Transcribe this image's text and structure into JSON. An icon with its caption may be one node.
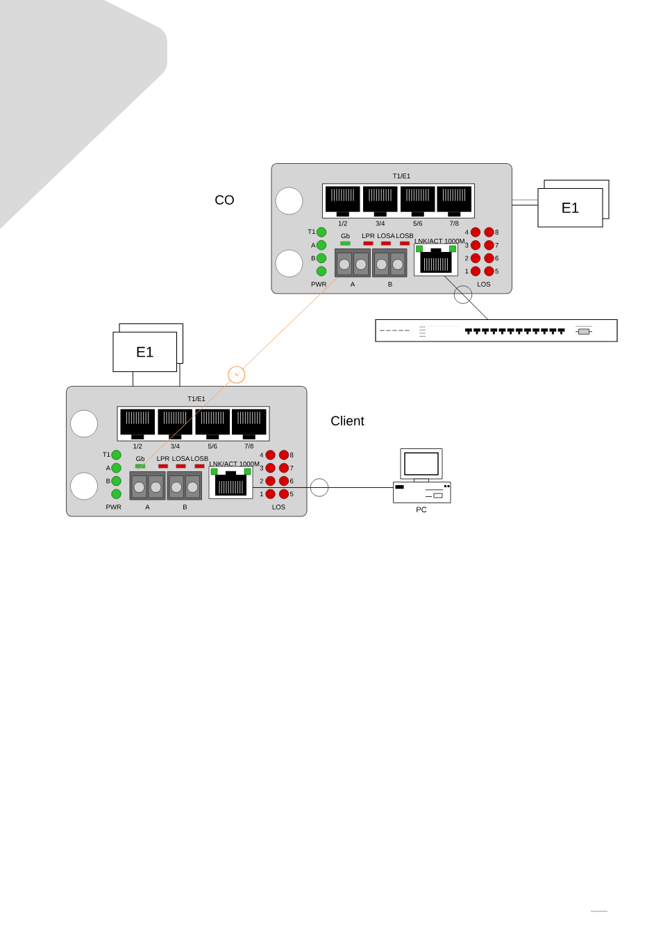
{
  "diagram": {
    "nodes": [
      {
        "text": [
          "T1/E1",
          "1/2",
          "3/4",
          "5/6",
          "7/8",
          "T1",
          "A",
          "B",
          "PWR",
          "Gb",
          "LPR",
          "LOSA",
          "LOSB",
          "A",
          "B",
          "LNK/ACT 1000M",
          "4",
          "8",
          "3",
          "7",
          "2",
          "6",
          "1",
          "5",
          "LOS"
        ],
        "beside": [
          "CO"
        ]
      },
      {
        "text": [],
        "shape": "picture",
        "in": 0
      },
      {
        "text": [],
        "shape": "picture",
        "in": 0
      },
      {
        "text": [],
        "shape": "picture",
        "in": 0
      },
      {
        "text": [
          "E1"
        ]
      },
      {
        "text": [],
        "shape": "picture"
      },
      {
        "text": [
          "E1"
        ]
      },
      {
        "text": [
          "T1/E1",
          "1/2",
          "3/4",
          "5/6",
          "7/8",
          "T1",
          "A",
          "B",
          "PWR",
          "Gb",
          "LPR",
          "LOSA",
          "LOSB",
          "A",
          "B",
          "LNK/ACT 1000M",
          "4",
          "8",
          "3",
          "7",
          "2",
          "6",
          "1",
          "5",
          "LOS"
        ],
        "beside": [
          "Client"
        ]
      },
      {
        "text": [],
        "shape": "picture",
        "in": 7
      },
      {
        "text": [],
        "shape": "picture",
        "in": 7
      },
      {
        "text": [],
        "shape": "picture",
        "in": 7
      },
      {
        "text": [],
        "shape": "picture",
        "beside": [
          "PC"
        ]
      }
    ],
    "edges": [
      {
        "from": 4,
        "to": 0,
        "arrow": "none",
        "color": "#808080"
      },
      {
        "from": 4,
        "to": 0,
        "arrow": "none"
      },
      {
        "from": 1,
        "to": 8,
        "arrow": "none",
        "color": "#f5a05a"
      },
      {
        "from": 3,
        "to": 5,
        "arrow": "none"
      },
      {
        "from": 6,
        "to": 7,
        "arrow": "none"
      },
      {
        "from": 6,
        "to": 7,
        "arrow": "none"
      },
      {
        "from": 10,
        "to": 11,
        "arrow": "none"
      }
    ]
  }
}
